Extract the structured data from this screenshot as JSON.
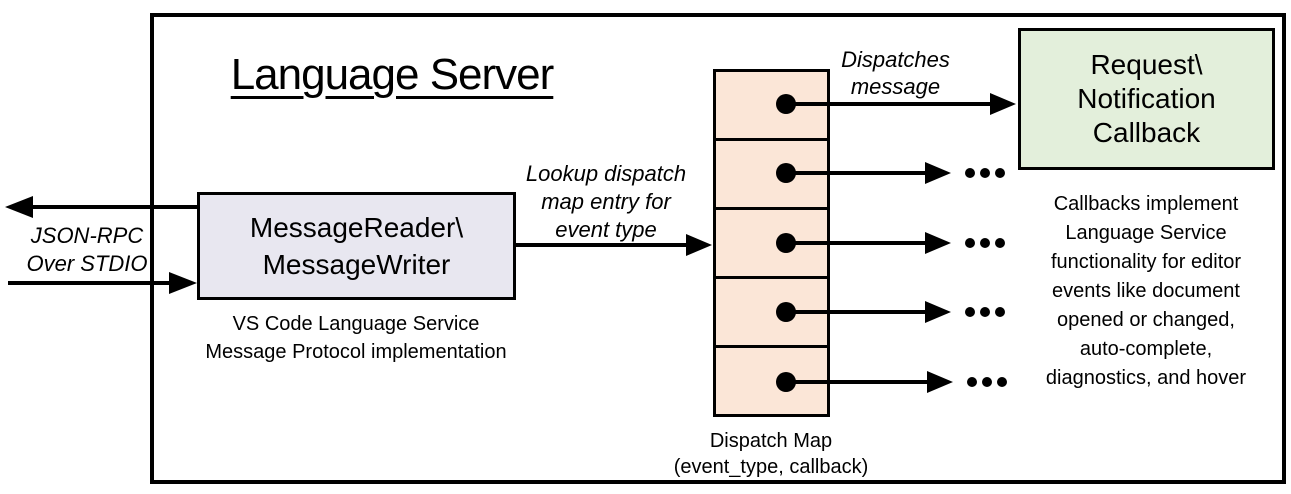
{
  "title": "Language Server",
  "stdio_label": "JSON-RPC\nOver STDIO",
  "message_io": {
    "box_label": "MessageReader\\\nMessageWriter",
    "caption": "VS Code Language Service\nMessage Protocol implementation"
  },
  "lookup_label": "Lookup dispatch\nmap entry for\nevent type",
  "dispatch_label": "Dispatches\nmessage",
  "dispatch_map": {
    "caption": "Dispatch Map\n(event_type, callback)",
    "row_count": 5
  },
  "callback": {
    "box_label": "Request\\\nNotification\nCallback",
    "description": "Callbacks implement\nLanguage Service\nfunctionality for editor\nevents like document\nopened or changed,\nauto-complete,\ndiagnostics, and hover"
  },
  "colors": {
    "border": "#000000",
    "message_io_fill": "#E8E7F0",
    "dispatch_map_fill": "#FBE6D7",
    "callback_fill": "#E3EFDB"
  }
}
